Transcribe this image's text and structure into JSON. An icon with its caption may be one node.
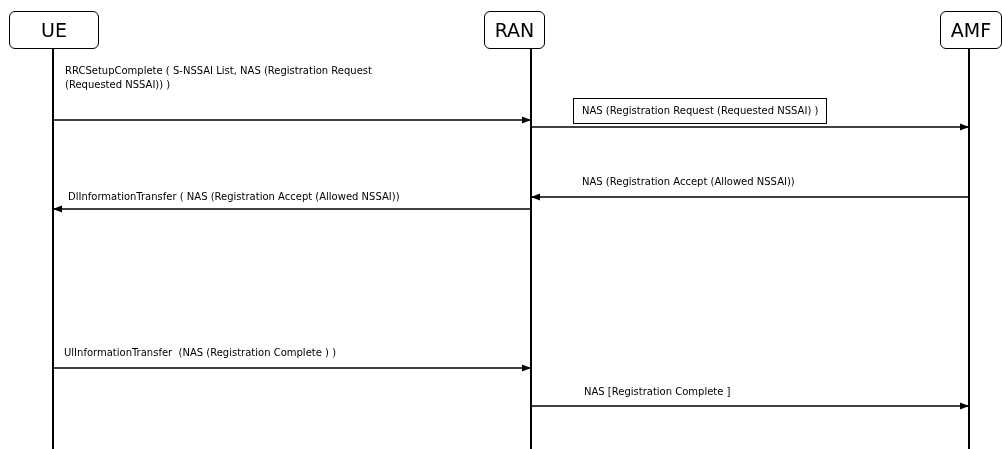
{
  "diagram": {
    "nodes": [
      {
        "text": [
          "UE"
        ]
      },
      {
        "text": [
          "RAN"
        ]
      },
      {
        "text": [
          "AMF"
        ]
      }
    ],
    "edges": [
      {
        "from": 0,
        "to": 1,
        "arrow": "to",
        "label": "RRCSetupComplete ( S-NSSAI List, NAS (Registration Request (Requested NSSAI)) )"
      },
      {
        "from": 1,
        "to": 2,
        "arrow": "to",
        "label": "NAS (Registration Request (Requested NSSAI) )"
      },
      {
        "from": 2,
        "to": 1,
        "arrow": "to",
        "label": "NAS (Registration Accept (Allowed NSSAI))"
      },
      {
        "from": 1,
        "to": 0,
        "arrow": "to",
        "label": "DlInformationTransfer ( NAS (Registration Accept (Allowed NSSAI))"
      },
      {
        "from": 0,
        "to": 1,
        "arrow": "to",
        "label": "UlInformationTransfer  (NAS (Registration Complete ) )"
      },
      {
        "from": 1,
        "to": 2,
        "arrow": "to",
        "label": "NAS [Registration Complete ]"
      }
    ]
  }
}
